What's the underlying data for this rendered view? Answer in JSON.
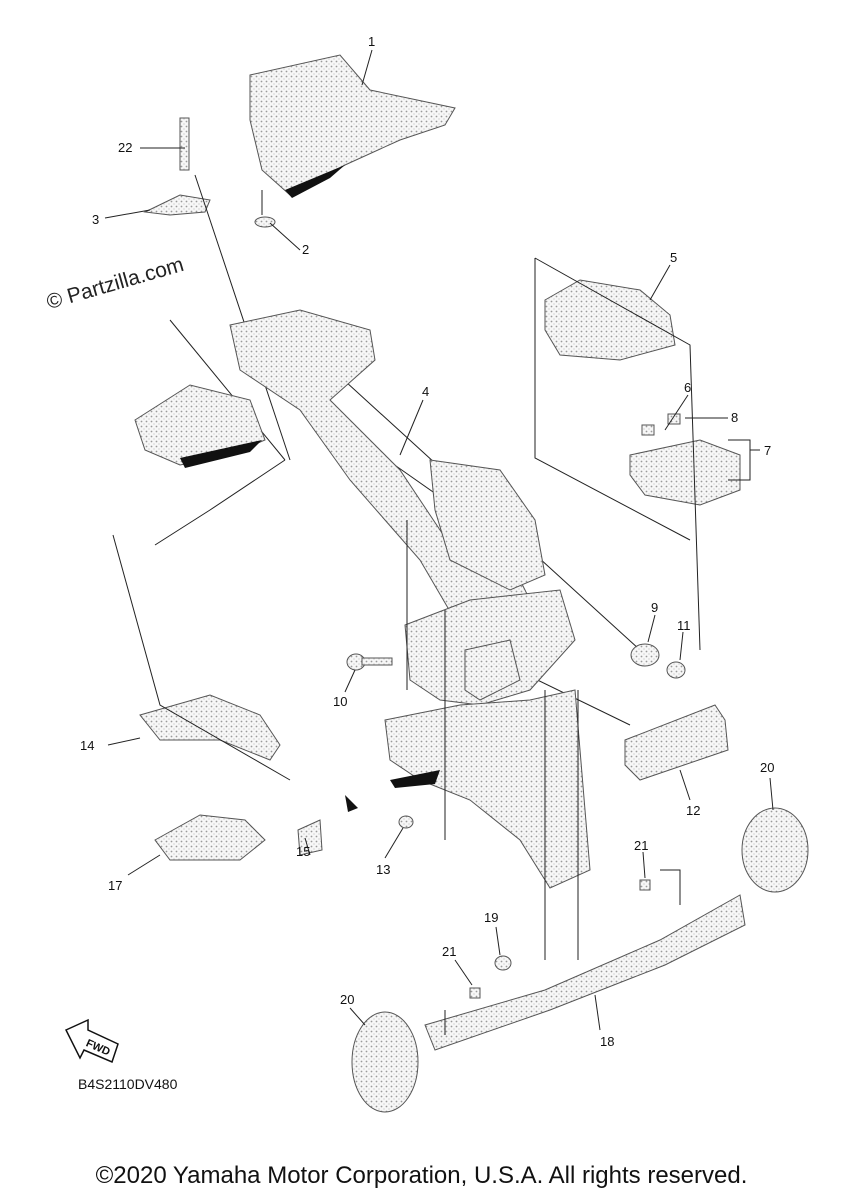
{
  "watermark": "© Partzilla.com",
  "diagram_code": "B4S2110DV480",
  "fwd_label": "FWD",
  "copyright": "©2020 Yamaha Motor Corporation, U.S.A. All rights reserved.",
  "callouts": {
    "c1": "1",
    "c2": "2",
    "c3": "3",
    "c4": "4",
    "c5": "5",
    "c6": "6",
    "c7": "7",
    "c8": "8",
    "c9": "9",
    "c10": "10",
    "c11": "11",
    "c12": "12",
    "c13": "13",
    "c14": "14",
    "c15": "15",
    "c17": "17",
    "c18": "18",
    "c19": "19",
    "c20a": "20",
    "c20b": "20",
    "c21a": "21",
    "c21b": "21",
    "c22": "22"
  }
}
